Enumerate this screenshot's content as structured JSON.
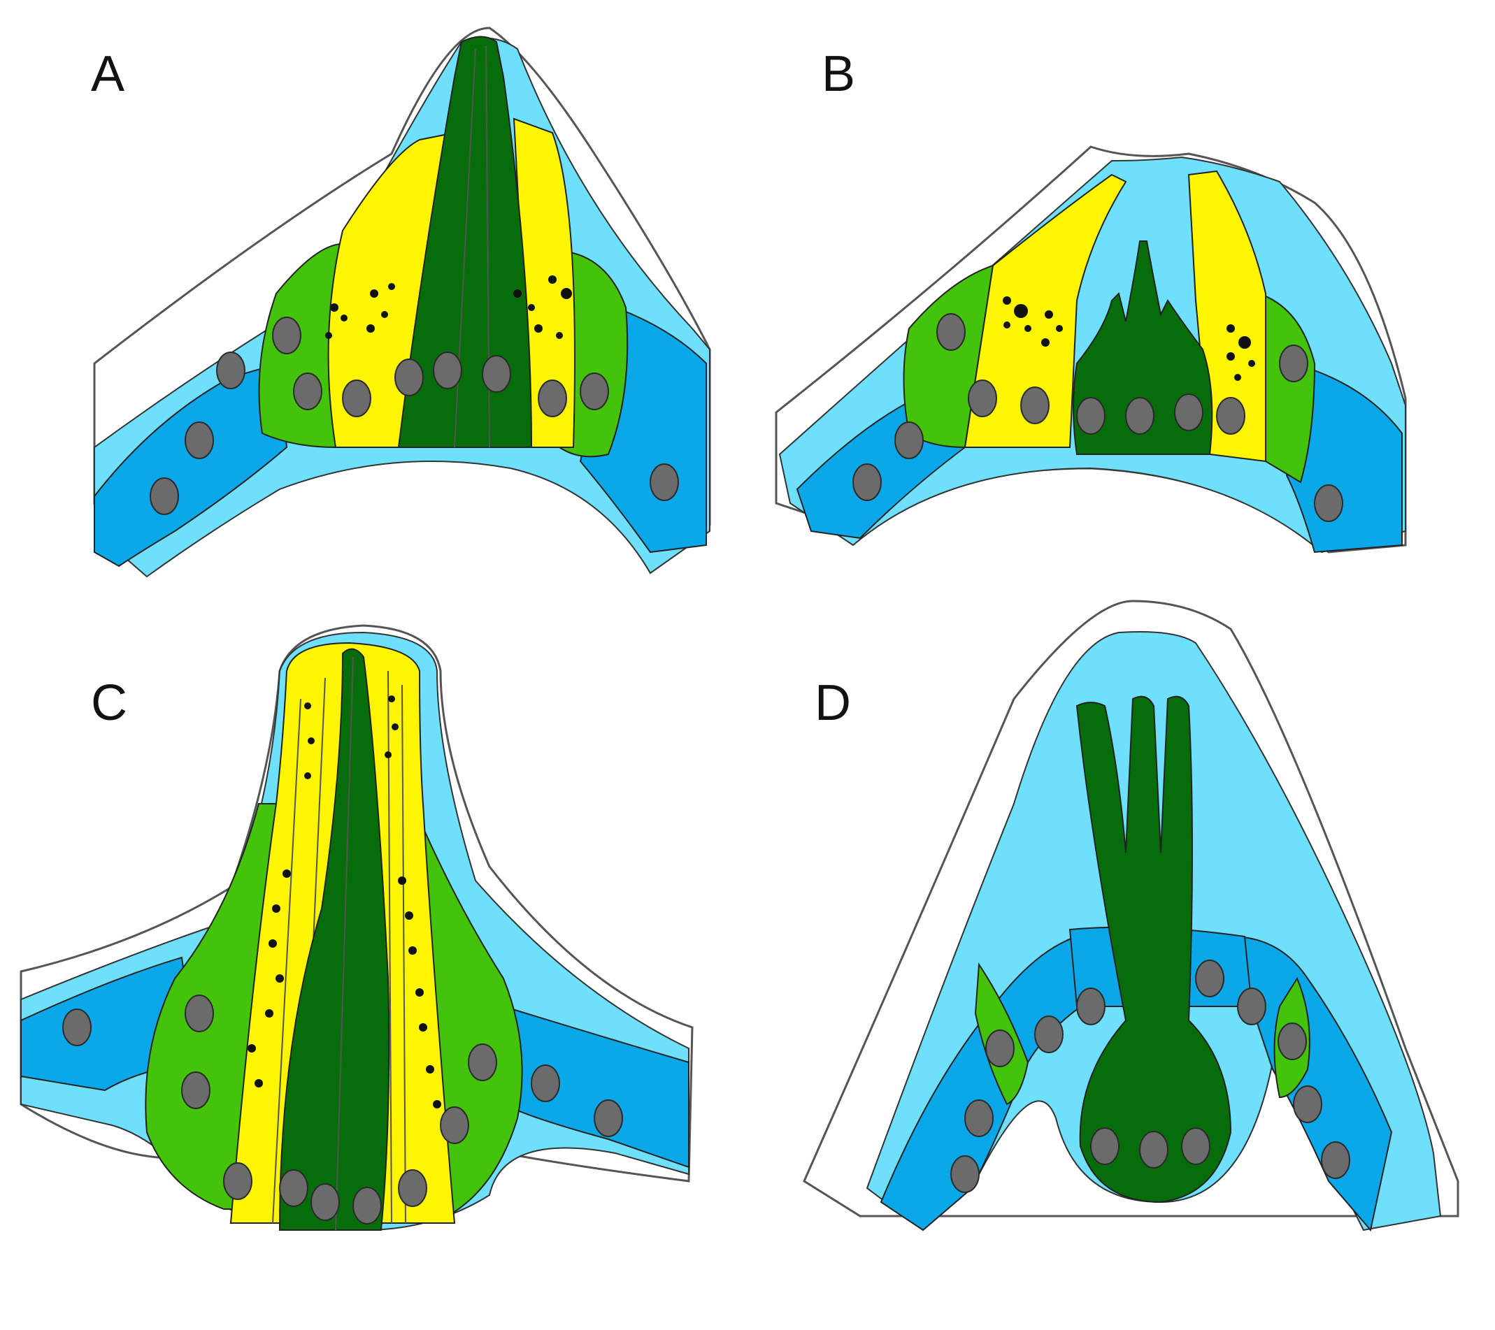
{
  "panels": [
    {
      "id": "A",
      "label": "A"
    },
    {
      "id": "B",
      "label": "B"
    },
    {
      "id": "C",
      "label": "C"
    },
    {
      "id": "D",
      "label": "D"
    }
  ],
  "colors": {
    "outer_layer": "#ffffff",
    "matrix": "#6ee0fb",
    "epidermal_cell": "#0aa8e8",
    "dark_green_cell": "#066d0a",
    "yellow_cell": "#fdf501",
    "light_green_cell": "#43c30a",
    "nucleus": "#6b6b6b",
    "granule": "#111111",
    "outline": "#333333"
  }
}
